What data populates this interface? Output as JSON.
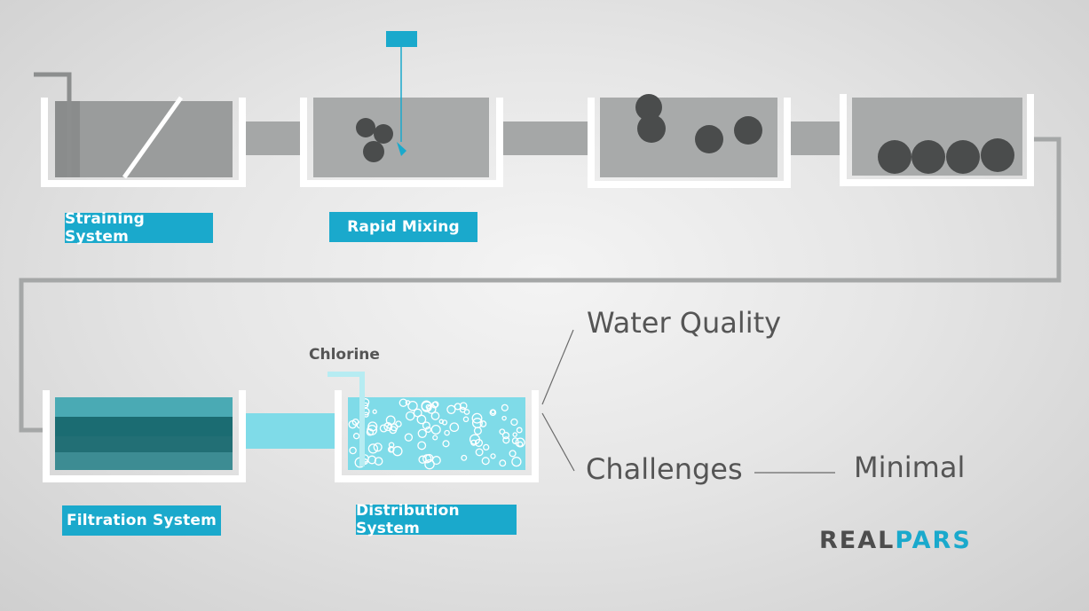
{
  "stages": {
    "straining": "Straining System",
    "rapid_mixing": "Rapid Mixing",
    "filtration": "Filtration System",
    "distribution": "Distribution System"
  },
  "chlorine_label": "Chlorine",
  "branches": {
    "water_quality": "Water Quality",
    "challenges": "Challenges",
    "minimal": "Minimal"
  },
  "logo": {
    "part1": "REAL",
    "part2": "PARS"
  },
  "colors": {
    "accent": "#1aa9cc",
    "tank_water_gray": "#a8aaaa",
    "pipe_gray": "#a5a7a7",
    "floc_dark": "#4a4c4c",
    "filter_dark": "#1b6c72",
    "filter_light": "#4aaab4",
    "clean_water": "#7fdbe8"
  }
}
